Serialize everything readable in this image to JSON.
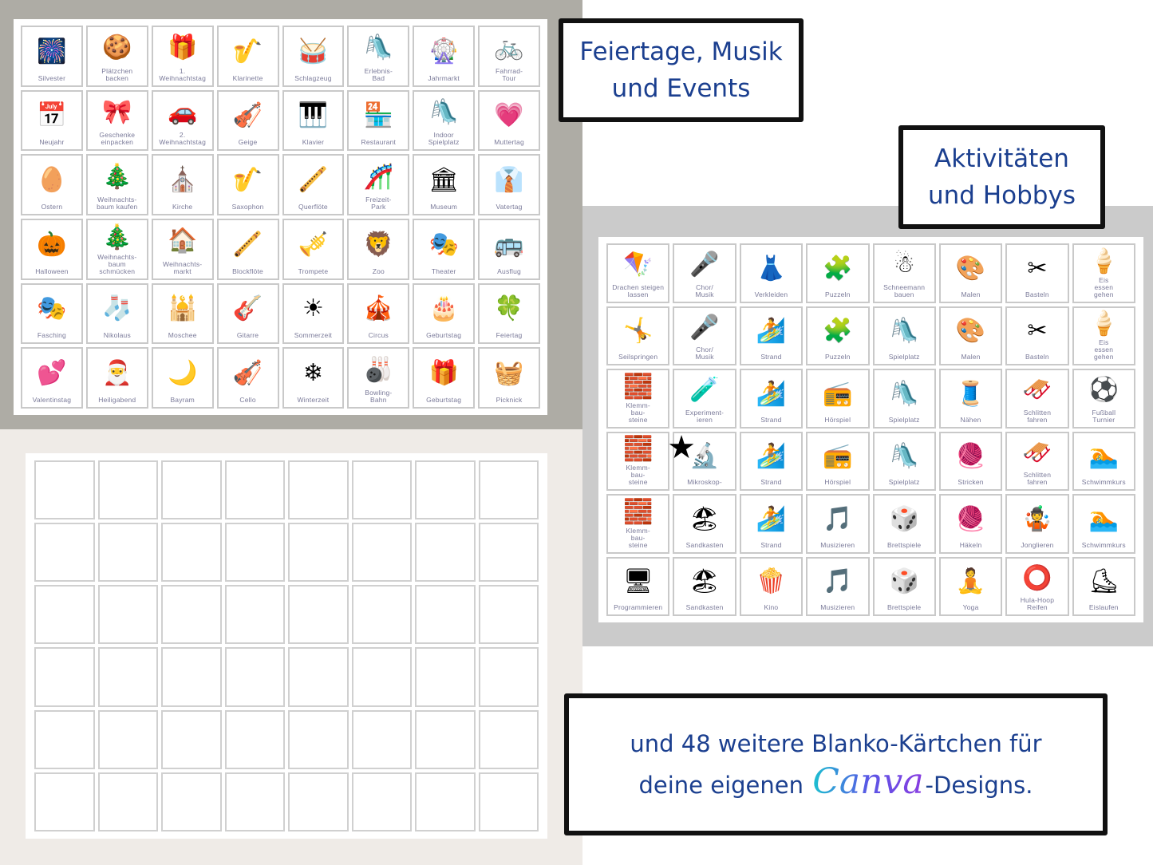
{
  "titles": {
    "holidays": [
      "Feiertage, Musik",
      "und Events"
    ],
    "hobbies": [
      "Aktivitäten",
      "und Hobbys"
    ],
    "blank": {
      "line1": "und 48 weitere Blanko-Kärtchen für",
      "line2_prefix": "deine eigenen",
      "brand": "Canva",
      "line2_suffix": "-Designs."
    }
  },
  "colors": {
    "title_text": "#1b3f8f",
    "card_border": "#c9c9c9",
    "label_text": "#7a7a99"
  },
  "holiday_cards": [
    {
      "label": "Silvester",
      "icon": "🎆"
    },
    {
      "label": "Plätzchen\nbacken",
      "icon": "🍪"
    },
    {
      "label": "1.\nWeihnachtstag",
      "icon": "🎁"
    },
    {
      "label": "Klarinette",
      "icon": "🎷"
    },
    {
      "label": "Schlagzeug",
      "icon": "🥁"
    },
    {
      "label": "Erlebnis-\nBad",
      "icon": "🛝"
    },
    {
      "label": "Jahrmarkt",
      "icon": "🎡"
    },
    {
      "label": "Fahrrad-\nTour",
      "icon": "🚲"
    },
    {
      "label": "Neujahr",
      "icon": "📅"
    },
    {
      "label": "Geschenke\neinpacken",
      "icon": "🎀"
    },
    {
      "label": "2.\nWeihnachtstag",
      "icon": "🚗"
    },
    {
      "label": "Geige",
      "icon": "🎻"
    },
    {
      "label": "Klavier",
      "icon": "🎹"
    },
    {
      "label": "Restaurant",
      "icon": "🏪"
    },
    {
      "label": "Indoor\nSpielplatz",
      "icon": "🛝"
    },
    {
      "label": "Muttertag",
      "icon": "💗"
    },
    {
      "label": "Ostern",
      "icon": "🥚"
    },
    {
      "label": "Weihnachts-\nbaum kaufen",
      "icon": "🎄"
    },
    {
      "label": "Kirche",
      "icon": "⛪"
    },
    {
      "label": "Saxophon",
      "icon": "🎷"
    },
    {
      "label": "Querflöte",
      "icon": "🪈"
    },
    {
      "label": "Freizeit-\nPark",
      "icon": "🎢"
    },
    {
      "label": "Museum",
      "icon": "🏛"
    },
    {
      "label": "Vatertag",
      "icon": "👔"
    },
    {
      "label": "Halloween",
      "icon": "🎃"
    },
    {
      "label": "Weihnachts-\nbaum\nschmücken",
      "icon": "🎄"
    },
    {
      "label": "Weihnachts-\nmarkt",
      "icon": "🏠"
    },
    {
      "label": "Blockflöte",
      "icon": "🪈"
    },
    {
      "label": "Trompete",
      "icon": "🎺"
    },
    {
      "label": "Zoo",
      "icon": "🦁"
    },
    {
      "label": "Theater",
      "icon": "🎭"
    },
    {
      "label": "Ausflug",
      "icon": "🚌"
    },
    {
      "label": "Fasching",
      "icon": "🎭"
    },
    {
      "label": "Nikolaus",
      "icon": "🧦"
    },
    {
      "label": "Moschee",
      "icon": "🕌"
    },
    {
      "label": "Gitarre",
      "icon": "🎸"
    },
    {
      "label": "Sommerzeit",
      "icon": "☀"
    },
    {
      "label": "Circus",
      "icon": "🎪"
    },
    {
      "label": "Geburtstag",
      "icon": "🎂"
    },
    {
      "label": "Feiertag",
      "icon": "🍀"
    },
    {
      "label": "Valentinstag",
      "icon": "💕"
    },
    {
      "label": "Heiligabend",
      "icon": "🎅"
    },
    {
      "label": "Bayram",
      "icon": "🌙"
    },
    {
      "label": "Cello",
      "icon": "🎻"
    },
    {
      "label": "Winterzeit",
      "icon": "❄"
    },
    {
      "label": "Bowling-\nBahn",
      "icon": "🎳"
    },
    {
      "label": "Geburtstag",
      "icon": "🎁"
    },
    {
      "label": "Picknick",
      "icon": "🧺"
    }
  ],
  "hobby_cards": [
    {
      "label": "Drachen steigen\nlassen",
      "icon": "🪁"
    },
    {
      "label": "Chor/\nMusik",
      "icon": "🎤"
    },
    {
      "label": "Verkleiden",
      "icon": "👗"
    },
    {
      "label": "Puzzeln",
      "icon": "🧩"
    },
    {
      "label": "Schneemann\nbauen",
      "icon": "☃"
    },
    {
      "label": "Malen",
      "icon": "🎨"
    },
    {
      "label": "Basteln",
      "icon": "✂"
    },
    {
      "label": "Eis\nessen\ngehen",
      "icon": "🍦"
    },
    {
      "label": "Seilspringen",
      "icon": "🤸"
    },
    {
      "label": "Chor/\nMusik",
      "icon": "🎤"
    },
    {
      "label": "Strand",
      "icon": "🏄"
    },
    {
      "label": "Puzzeln",
      "icon": "🧩"
    },
    {
      "label": "Spielplatz",
      "icon": "🛝"
    },
    {
      "label": "Malen",
      "icon": "🎨"
    },
    {
      "label": "Basteln",
      "icon": "✂"
    },
    {
      "label": "Eis\nessen\ngehen",
      "icon": "🍦"
    },
    {
      "label": "Klemm-\nbau-\nsteine",
      "icon": "🧱"
    },
    {
      "label": "Experiment-\nieren",
      "icon": "🧪"
    },
    {
      "label": "Strand",
      "icon": "🏄"
    },
    {
      "label": "Hörspiel",
      "icon": "📻"
    },
    {
      "label": "Spielplatz",
      "icon": "🛝"
    },
    {
      "label": "Nähen",
      "icon": "🧵"
    },
    {
      "label": "Schlitten\nfahren",
      "icon": "🛷"
    },
    {
      "label": "Fußball\nTurnier",
      "icon": "⚽"
    },
    {
      "label": "Klemm-\nbau-\nsteine",
      "icon": "🧱"
    },
    {
      "label": "Mikroskop-",
      "icon": "🔬"
    },
    {
      "label": "Strand",
      "icon": "🏄"
    },
    {
      "label": "Hörspiel",
      "icon": "📻"
    },
    {
      "label": "Spielplatz",
      "icon": "🛝"
    },
    {
      "label": "Stricken",
      "icon": "🧶"
    },
    {
      "label": "Schlitten\nfahren",
      "icon": "🛷"
    },
    {
      "label": "Schwimmkurs",
      "icon": "🏊"
    },
    {
      "label": "Klemm-\nbau-\nsteine",
      "icon": "🧱"
    },
    {
      "label": "Sandkasten",
      "icon": "🏖"
    },
    {
      "label": "Strand",
      "icon": "🏄"
    },
    {
      "label": "Musizieren",
      "icon": "🎵"
    },
    {
      "label": "Brettspiele",
      "icon": "🎲"
    },
    {
      "label": "Häkeln",
      "icon": "🧶"
    },
    {
      "label": "Jonglieren",
      "icon": "🤹"
    },
    {
      "label": "Schwimmkurs",
      "icon": "🏊"
    },
    {
      "label": "Programmieren",
      "icon": "🖥"
    },
    {
      "label": "Sandkasten",
      "icon": "🏖"
    },
    {
      "label": "Kino",
      "icon": "🍿"
    },
    {
      "label": "Musizieren",
      "icon": "🎵"
    },
    {
      "label": "Brettspiele",
      "icon": "🎲"
    },
    {
      "label": "Yoga",
      "icon": "🧘"
    },
    {
      "label": "Hula-Hoop\nReifen",
      "icon": "⭕"
    },
    {
      "label": "Eislaufen",
      "icon": "⛸"
    }
  ],
  "blank_card_count": 48,
  "overlay": {
    "star_icon": "★"
  }
}
